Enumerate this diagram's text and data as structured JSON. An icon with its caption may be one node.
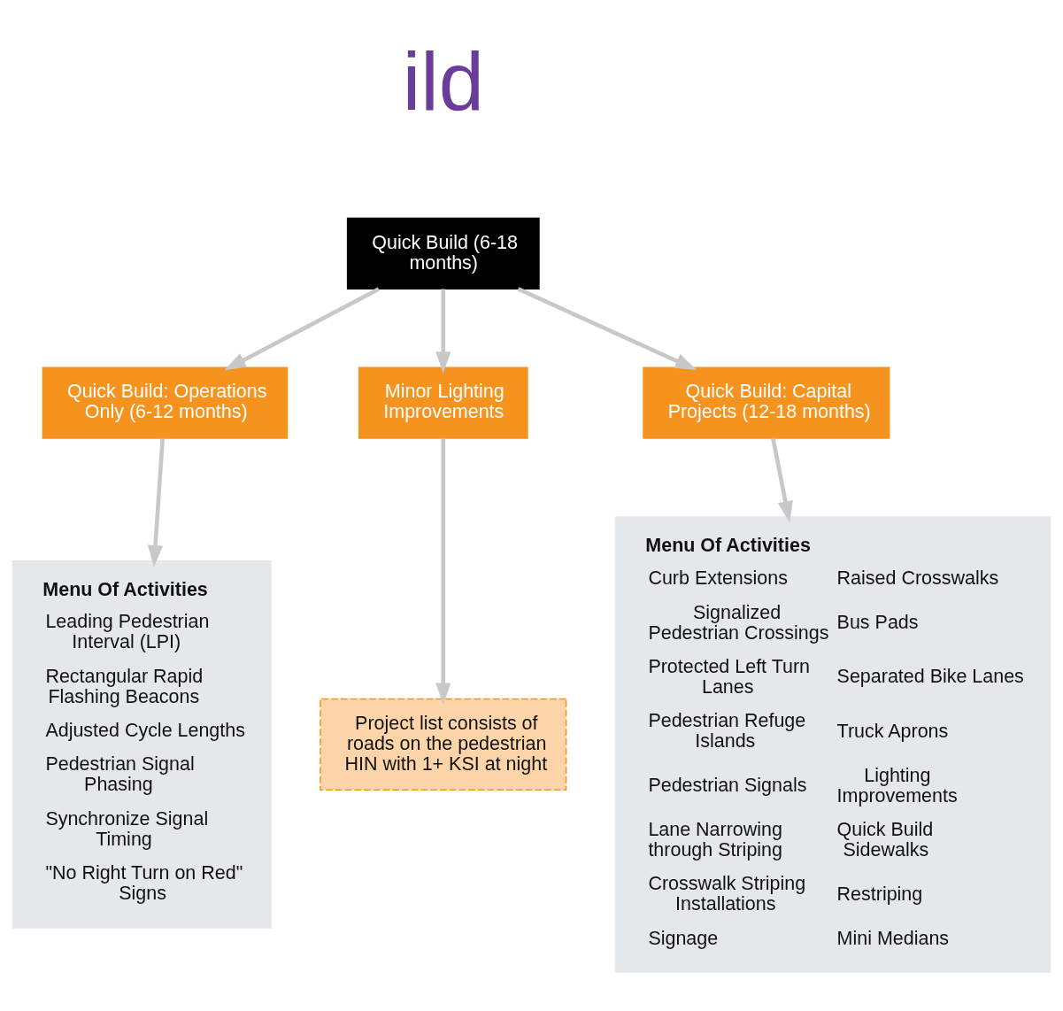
{
  "diagram": {
    "nodes": [
      {
        "text": [
          "Quick Build (6-18 months)"
        ]
      },
      {
        "text": [
          "Quick Build: Operations Only (6-12 months)"
        ]
      },
      {
        "text": [
          "Minor Lighting Improvements"
        ]
      },
      {
        "text": [
          "Quick Build: Capital Projects (12-18 months)"
        ]
      },
      {
        "text": [
          "Menu Of Activities",
          "Leading Pedestrian Interval (LPI)",
          "Rectangular Rapid Flashing Beacons",
          "Adjusted Cycle Lengths",
          "Pedestrian Signal Phasing",
          "Synchronize Signal Timing",
          "\"No Right Turn on Red\" Signs"
        ]
      },
      {
        "text": [
          "Project list consists of roads on the pedestrian HIN with 1+ KSI at night"
        ]
      },
      {
        "text": [
          "Menu Of Activities",
          "Curb Extensions",
          "Signalized Pedestrian Crossings",
          "Protected Left Turn Lanes",
          "Pedestrian Refuge Islands",
          "Pedestrian Signals",
          "Lane Narrowing through Striping",
          "Crosswalk Striping Installations",
          "Signage",
          "Raised Crosswalks",
          "Bus Pads",
          "Separated Bike Lanes",
          "Truck Aprons",
          "Lighting Improvements",
          "Quick Build Sidewalks",
          "Restriping",
          "Mini Medians"
        ]
      }
    ],
    "edges": [
      {
        "from": 0,
        "to": 1,
        "arrow": "to"
      },
      {
        "from": 0,
        "to": 2,
        "arrow": "to"
      },
      {
        "from": 0,
        "to": 3,
        "arrow": "to"
      },
      {
        "from": 1,
        "to": 4,
        "arrow": "to"
      },
      {
        "from": 2,
        "to": 5,
        "arrow": "to"
      },
      {
        "from": 3,
        "to": 6,
        "arrow": "to"
      }
    ],
    "labels": [
      "ild"
    ]
  }
}
